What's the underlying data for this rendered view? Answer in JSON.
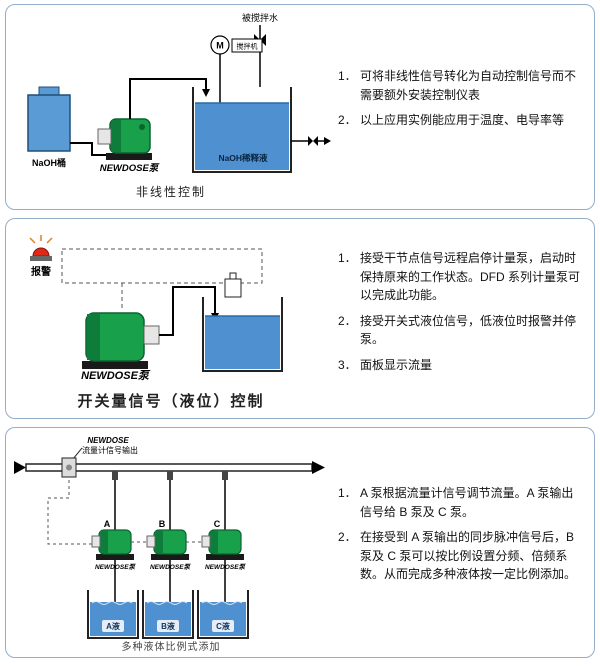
{
  "panels": [
    {
      "caption": "非线性控制",
      "diagram": {
        "top_water_label": "被搅拌水",
        "motor_label": "M",
        "mixer_box_label": "搅拌机",
        "naoh_tank_label": "NaOH桶",
        "pump_label": "NEWDOSE泵",
        "dilution_tank_label": "NaOH稀释液"
      },
      "notes": [
        {
          "num": "1．",
          "text": "可将非线性信号转化为自动控制信号而不需要额外安装控制仪表"
        },
        {
          "num": "2．",
          "text": "以上应用实例能应用于温度、电导率等"
        }
      ]
    },
    {
      "caption": "开关量信号（液位）控制",
      "diagram": {
        "alarm_label": "报警",
        "pump_label": "NEWDOSE泵"
      },
      "notes": [
        {
          "num": "1．",
          "text": "接受干节点信号远程启停计量泵，启动时保持原来的工作状态。DFD 系列计量泵可以完成此功能。"
        },
        {
          "num": "2．",
          "text": "接受开关式液位信号，低液位时报警并停泵。"
        },
        {
          "num": "3．",
          "text": "面板显示流量"
        }
      ]
    },
    {
      "caption": "多种液体比例式添加",
      "diagram": {
        "flowmeter_brand": "NEWDOSE",
        "flowmeter_signal_label": "流量计信号输出",
        "pumps": [
          {
            "tag": "A",
            "label": "NEWDOSE泵",
            "tank": "A液"
          },
          {
            "tag": "B",
            "label": "NEWDOSE泵",
            "tank": "B液"
          },
          {
            "tag": "C",
            "label": "NEWDOSE泵",
            "tank": "C液"
          }
        ]
      },
      "notes": [
        {
          "num": "1．",
          "text": "A 泵根据流量计信号调节流量。A 泵输出信号给 B 泵及 C 泵。"
        },
        {
          "num": "2．",
          "text": "在接受到 A 泵输出的同步脉冲信号后，B 泵及 C 泵可以按比例设置分频、倍频系数。从而完成多种液体按一定比例添加。"
        }
      ]
    }
  ],
  "colors": {
    "panel_border": "#93aecb",
    "water": "#4f90d0",
    "tank_fill": "#5b9bd5",
    "pump_green": "#18a04b",
    "alarm_red": "#e02818"
  }
}
